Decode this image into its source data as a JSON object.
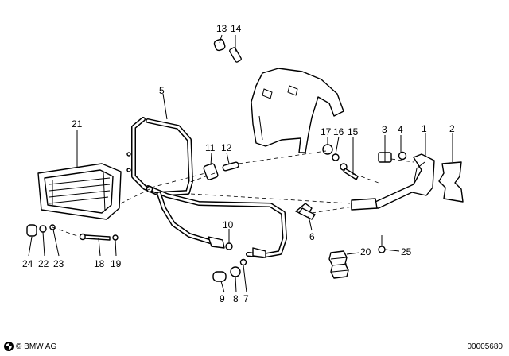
{
  "callouts": [
    "1",
    "2",
    "3",
    "4",
    "5",
    "6",
    "7",
    "8",
    "9",
    "10",
    "11",
    "12",
    "13",
    "14",
    "15",
    "16",
    "17",
    "18",
    "19",
    "20",
    "21",
    "22",
    "23",
    "24",
    "25"
  ],
  "footer": {
    "logo": "BMW",
    "copyright": "© BMW AG",
    "code": "00005680"
  }
}
